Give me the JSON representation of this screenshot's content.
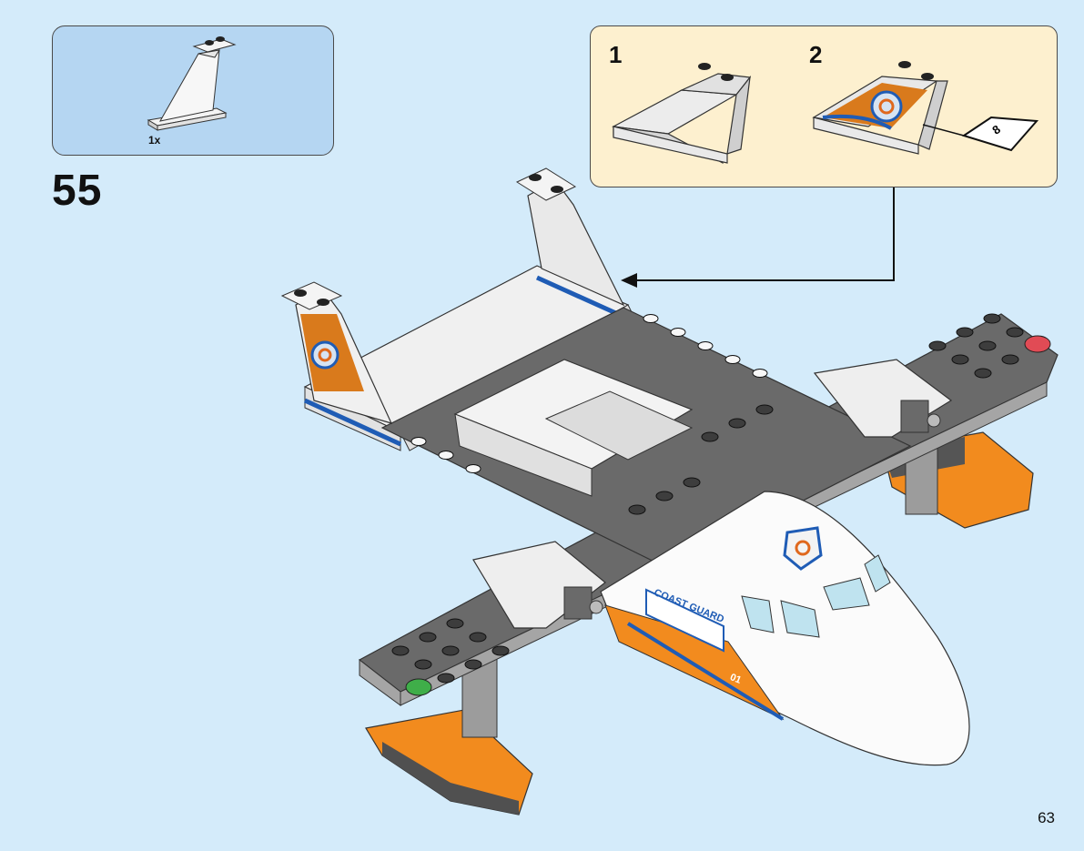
{
  "parts_list": {
    "quantity": "1x",
    "part_icon": "tail-fin-icon"
  },
  "step": {
    "number": "55"
  },
  "sub_steps": [
    {
      "label": "1",
      "icon": "tail-fin-plain-icon"
    },
    {
      "label": "2",
      "icon": "tail-fin-stickered-icon"
    }
  ],
  "sticker": {
    "number": "8"
  },
  "model": {
    "fuselage_text": "COAST GUARD",
    "tail_number": "01"
  },
  "colors": {
    "background": "#d4ebfa",
    "parts_box": "#b5d6f2",
    "sub_box": "#fdf0cf",
    "orange": "#f28b1e",
    "blue_stripe": "#1f5cb5",
    "dark_gray": "#4d4d4f",
    "light_gray": "#9b9b9b"
  },
  "page": {
    "number": "63"
  }
}
